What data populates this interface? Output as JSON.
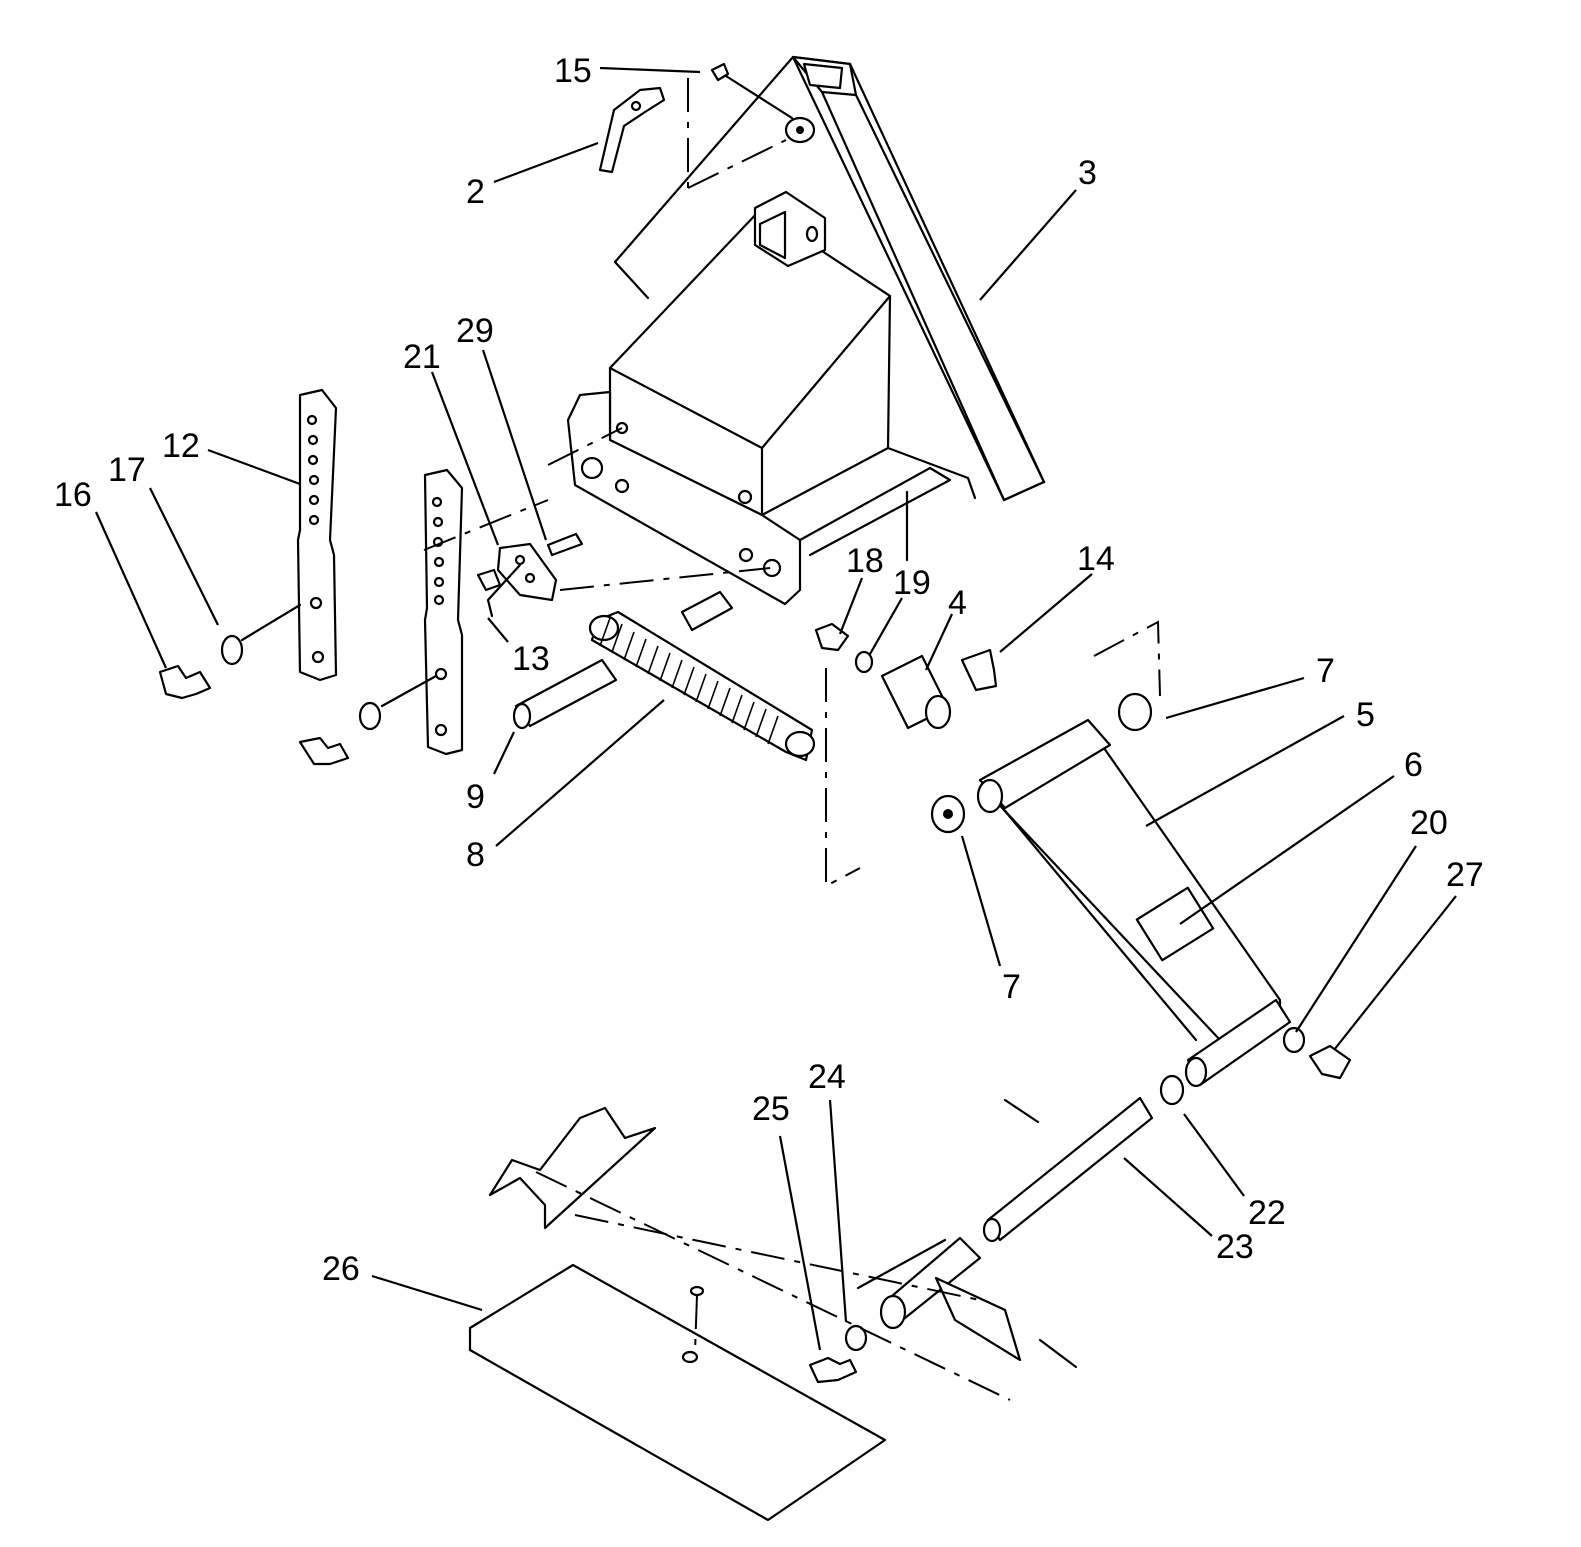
{
  "callouts": [
    {
      "id": "c15",
      "label": "15"
    },
    {
      "id": "c2",
      "label": "2"
    },
    {
      "id": "c3",
      "label": "3"
    },
    {
      "id": "c29",
      "label": "29"
    },
    {
      "id": "c21",
      "label": "21"
    },
    {
      "id": "c12",
      "label": "12"
    },
    {
      "id": "c17",
      "label": "17"
    },
    {
      "id": "c16",
      "label": "16"
    },
    {
      "id": "c13",
      "label": "13"
    },
    {
      "id": "c9",
      "label": "9"
    },
    {
      "id": "c8",
      "label": "8"
    },
    {
      "id": "c18",
      "label": "18"
    },
    {
      "id": "c19",
      "label": "19"
    },
    {
      "id": "c4",
      "label": "4"
    },
    {
      "id": "c14",
      "label": "14"
    },
    {
      "id": "c7a",
      "label": "7"
    },
    {
      "id": "c5",
      "label": "5"
    },
    {
      "id": "c6",
      "label": "6"
    },
    {
      "id": "c7b",
      "label": "7"
    },
    {
      "id": "c20",
      "label": "20"
    },
    {
      "id": "c27",
      "label": "27"
    },
    {
      "id": "c24",
      "label": "24"
    },
    {
      "id": "c25",
      "label": "25"
    },
    {
      "id": "c22",
      "label": "22"
    },
    {
      "id": "c23",
      "label": "23"
    },
    {
      "id": "c26",
      "label": "26"
    }
  ]
}
